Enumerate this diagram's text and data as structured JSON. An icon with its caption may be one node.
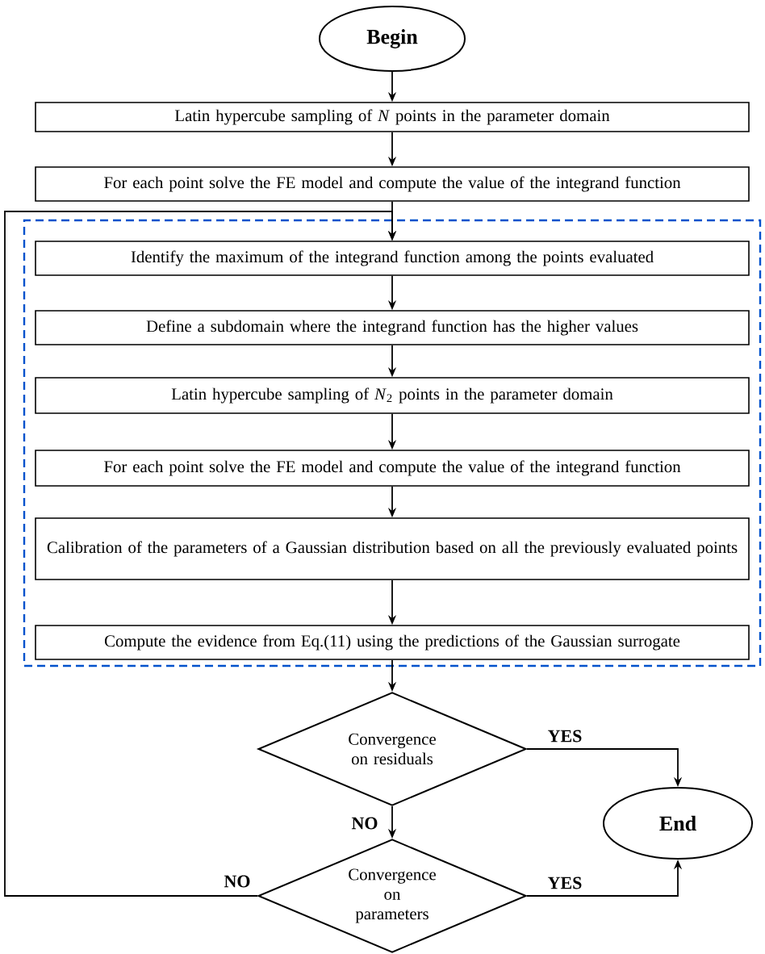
{
  "diagram": {
    "nodes": [
      {
        "text": [
          "**Begin**"
        ]
      },
      {
        "text": [
          "Latin hypercube sampling of *N* points in the parameter domain"
        ]
      },
      {
        "text": [
          "For each point solve the FE model and compute the value of the integrand function"
        ]
      },
      {
        "text": [],
        "shape": "box"
      },
      {
        "text": [
          "Identify the maximum of the integrand function among the points evaluated"
        ],
        "in": 3
      },
      {
        "text": [
          "Define a subdomain where the integrand function has the higher values"
        ],
        "in": 3
      },
      {
        "text": [
          "Latin hypercube sampling of *N*$_{2}$ points in the parameter domain"
        ],
        "in": 3
      },
      {
        "text": [
          "For each point solve the FE model and compute the value of the integrand function"
        ],
        "in": 3
      },
      {
        "text": [
          "Calibration of the parameters of a Gaussian distribution based on all the previously evaluated points"
        ],
        "in": 3
      },
      {
        "text": [
          "Compute the evidence from Eq.(11) using the predictions of the Gaussian surrogate"
        ],
        "in": 3
      },
      {
        "text": [
          "Convergence on residuals"
        ]
      },
      {
        "text": [
          "Convergence on parameters"
        ]
      },
      {
        "text": [
          "**End**"
        ]
      }
    ],
    "edges": [
      {
        "from": 0,
        "to": 1,
        "arrow": "to"
      },
      {
        "from": 1,
        "to": 2,
        "arrow": "to"
      },
      {
        "from": 2,
        "to": 4,
        "arrow": "to"
      },
      {
        "from": 4,
        "to": 5,
        "arrow": "to"
      },
      {
        "from": 5,
        "to": 6,
        "arrow": "to"
      },
      {
        "from": 6,
        "to": 7,
        "arrow": "to"
      },
      {
        "from": 7,
        "to": 8,
        "arrow": "to"
      },
      {
        "from": 8,
        "to": 9,
        "arrow": "to"
      },
      {
        "from": 9,
        "to": 10,
        "arrow": "to"
      },
      {
        "from": 10,
        "to": 12,
        "arrow": "to",
        "label": "YES"
      },
      {
        "from": 10,
        "to": 11,
        "arrow": "to",
        "label": "NO"
      },
      {
        "from": 11,
        "to": 12,
        "arrow": "to",
        "label": "YES"
      },
      {
        "from": 11,
        "to": 4,
        "arrow": "to",
        "label": "NO"
      }
    ]
  }
}
